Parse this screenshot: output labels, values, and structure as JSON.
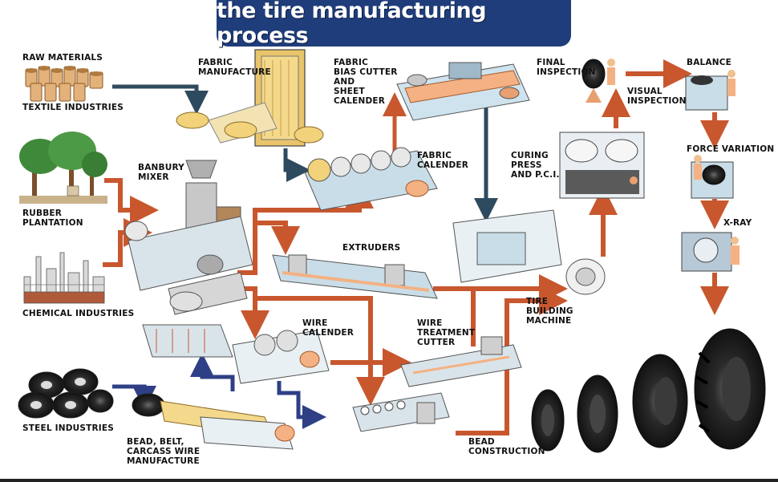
{
  "title": "the tire manufacturing process",
  "labels": {
    "raw_materials": "RAW MATERIALS",
    "textile_industries": "TEXTILE INDUSTRIES",
    "rubber_plantation": "RUBBER\nPLANTATION",
    "chemical_industries": "CHEMICAL INDUSTRIES",
    "steel_industries": "STEEL INDUSTRIES",
    "fabric_manufacture": "FABRIC\nMANUFACTURE",
    "banbury_mixer": "BANBURY\nMIXER",
    "fabric_bias_cutter": "FABRIC\nBIAS CUTTER\nAND\nSHEET\nCALENDER",
    "fabric_calender": "FABRIC\nCALENDER",
    "extruders": "EXTRUDERS",
    "wire_calender": "WIRE\nCALENDER",
    "wire_treatment_cutter": "WIRE\nTREATMENT\nCUTTER",
    "bead_belt_carcass": "BEAD, BELT,\nCARCASS WIRE\nMANUFACTURE",
    "bead_construction": "BEAD\nCONSTRUCTION",
    "curing_press": "CURING\nPRESS\nAND P.C.I.",
    "tire_building_machine": "TIRE\nBUILDING\nMACHINE",
    "final_inspection": "FINAL\nINSPECTION",
    "visual_inspection": "VISUAL\nINSPECTION",
    "balance": "BALANCE",
    "force_variation": "FORCE VARIATION",
    "x_ray": "X-RAY"
  },
  "colors": {
    "banner": "#1f3d7a",
    "flow_rubber": "#c8572e",
    "flow_fabric": "#2e4a5f",
    "flow_steel": "#2f3f86"
  }
}
